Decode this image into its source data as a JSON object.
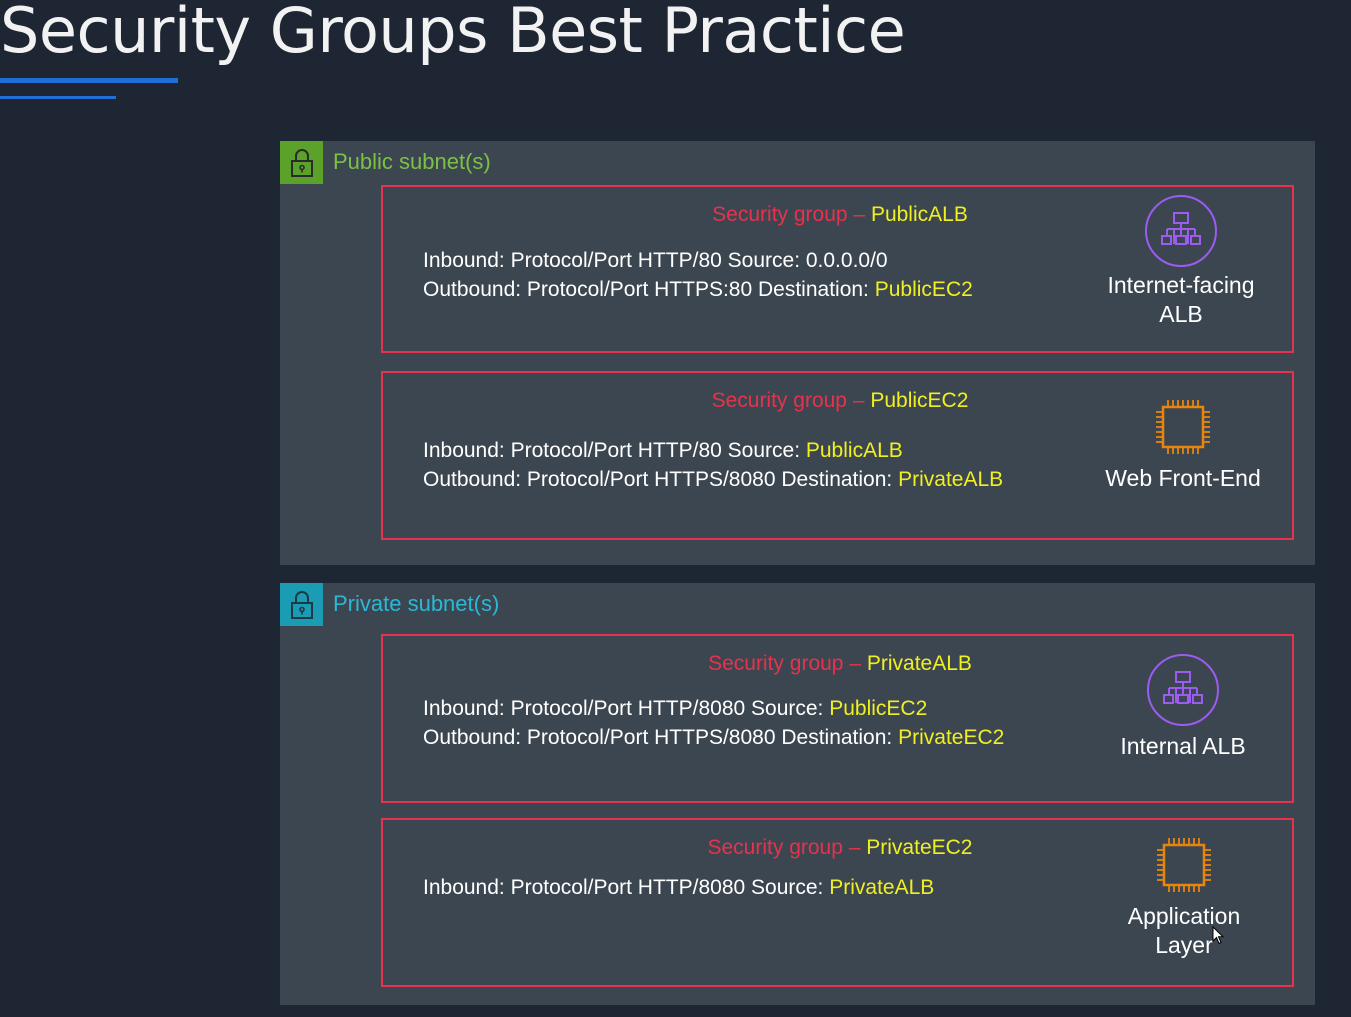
{
  "title": "Security Groups Best Practice",
  "colors": {
    "background": "#1e2633",
    "subnet_panel": "#3c4650",
    "public_accent": "#5ba22a",
    "private_accent": "#1b9cb4",
    "sg_border": "#e8324d",
    "highlight": "#f0f020",
    "alb_icon": "#9b5cf0",
    "ec2_icon": "#e8850c"
  },
  "public_subnet": {
    "label": "Public subnet(s)",
    "icon": "lock-icon",
    "groups": [
      {
        "sg_label": "Security group – ",
        "sg_name": "PublicALB",
        "inbound": {
          "prefix": "Inbound: Protocol/Port HTTP/80 Source: 0.0.0.0/0",
          "target": ""
        },
        "outbound": {
          "prefix": "Outbound: Protocol/Port HTTPS:80 Destination: ",
          "target": "PublicEC2"
        },
        "resource": {
          "icon": "load-balancer-icon",
          "label_line1": "Internet-facing",
          "label_line2": "ALB"
        }
      },
      {
        "sg_label": "Security group – ",
        "sg_name": "PublicEC2",
        "inbound": {
          "prefix": "Inbound: Protocol/Port HTTP/80 Source: ",
          "target": "PublicALB"
        },
        "outbound": {
          "prefix": "Outbound: Protocol/Port HTTPS/8080 Destination: ",
          "target": "PrivateALB"
        },
        "resource": {
          "icon": "ec2-chip-icon",
          "label_line1": "Web Front-End",
          "label_line2": ""
        }
      }
    ]
  },
  "private_subnet": {
    "label": "Private subnet(s)",
    "icon": "lock-icon",
    "groups": [
      {
        "sg_label": "Security group – ",
        "sg_name": "PrivateALB",
        "inbound": {
          "prefix": "Inbound: Protocol/Port HTTP/8080 Source: ",
          "target": "PublicEC2"
        },
        "outbound": {
          "prefix": "Outbound: Protocol/Port HTTPS/8080 Destination: ",
          "target": "PrivateEC2"
        },
        "resource": {
          "icon": "load-balancer-icon",
          "label_line1": "Internal ALB",
          "label_line2": ""
        }
      },
      {
        "sg_label": "Security group – ",
        "sg_name": "PrivateEC2",
        "inbound": {
          "prefix": "Inbound: Protocol/Port HTTP/8080 Source: ",
          "target": "PrivateALB"
        },
        "resource": {
          "icon": "ec2-chip-icon",
          "label_line1": "Application",
          "label_line2": "Layer"
        }
      }
    ]
  }
}
